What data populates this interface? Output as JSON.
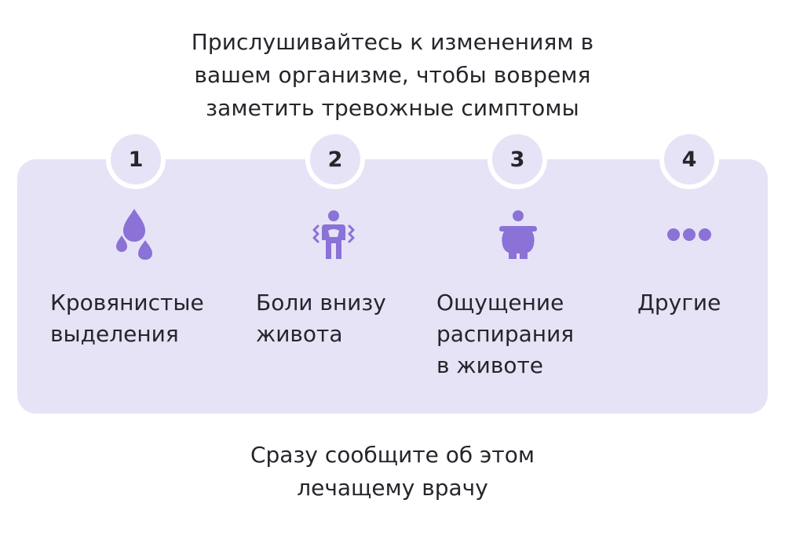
{
  "headline": {
    "line1": "Прислушивайтесь к изменениям в",
    "line2": "вашем организме, чтобы вовремя",
    "line3": "заметить тревожные симптомы"
  },
  "steps": [
    {
      "number": "1",
      "icon": "blood-drops-icon",
      "label_line1": "Кровянистые",
      "label_line2": "выделения"
    },
    {
      "number": "2",
      "icon": "abdominal-pain-icon",
      "label_line1": "Боли внизу",
      "label_line2": "живота"
    },
    {
      "number": "3",
      "icon": "bloated-body-icon",
      "label_line1": "Ощущение",
      "label_line2": "распирания",
      "label_line3": "в животе"
    },
    {
      "number": "4",
      "icon": "more-dots-icon",
      "label_line1": "Другие"
    }
  ],
  "footer": {
    "line1": "Сразу сообщите об этом",
    "line2": "лечащему врачу"
  },
  "colors": {
    "panel_bg": "#e6e3f7",
    "icon": "#8b72d6",
    "text": "#26252b"
  }
}
